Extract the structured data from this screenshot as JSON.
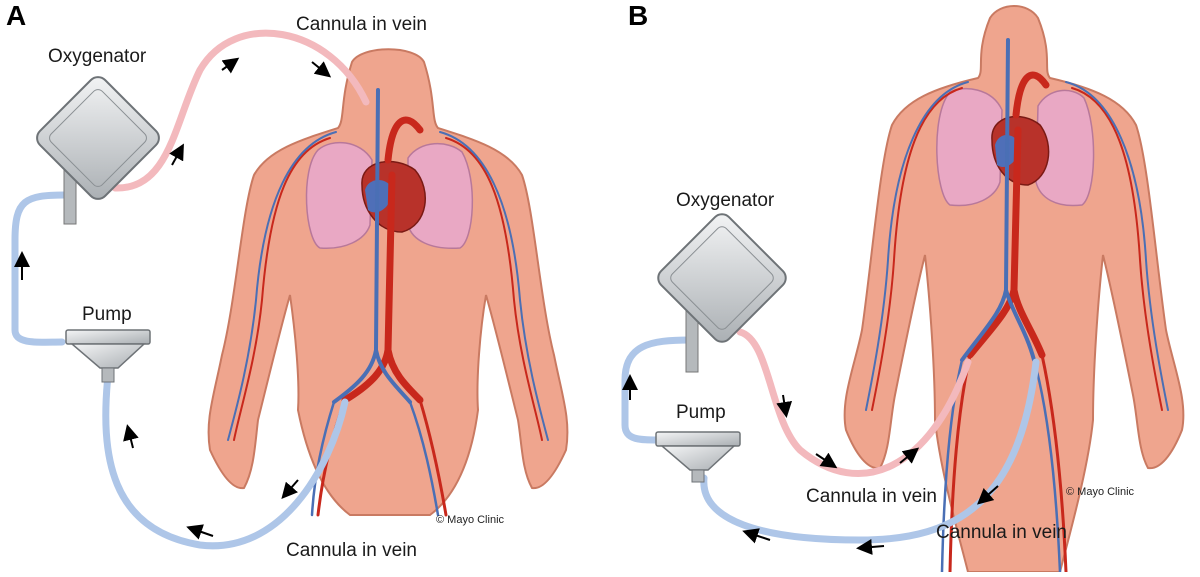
{
  "panels": [
    {
      "letter": "A",
      "oxygenator_label": "Oxygenator",
      "pump_label": "Pump",
      "return_cannula_label": "Cannula in vein",
      "drain_cannula_label": "Cannula in vein",
      "copyright": "© Mayo Clinic"
    },
    {
      "letter": "B",
      "oxygenator_label": "Oxygenator",
      "pump_label": "Pump",
      "return_cannula_label": "Cannula in vein",
      "drain_cannula_label": "Cannula in vein",
      "copyright": "© Mayo Clinic"
    }
  ],
  "colors": {
    "skin": "#efa58e",
    "skin_edge": "#c97a62",
    "lung": "#e9a8c4",
    "artery": "#c8281c",
    "vein": "#4a6fb5",
    "oxygenated_tube": "#f3b9bd",
    "deoxygenated_tube": "#aec6e8",
    "device": "#d9dcde"
  }
}
